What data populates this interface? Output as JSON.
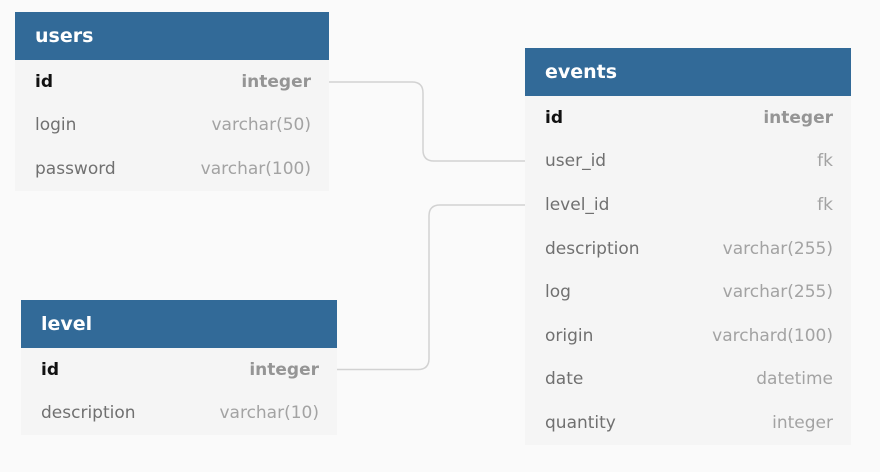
{
  "tables": {
    "users": {
      "name": "users",
      "columns": [
        {
          "name": "id",
          "type": "integer",
          "primary": true
        },
        {
          "name": "login",
          "type": "varchar(50)"
        },
        {
          "name": "password",
          "type": "varchar(100)"
        }
      ]
    },
    "level": {
      "name": "level",
      "columns": [
        {
          "name": "id",
          "type": "integer",
          "primary": true
        },
        {
          "name": "description",
          "type": "varchar(10)"
        }
      ]
    },
    "events": {
      "name": "events",
      "columns": [
        {
          "name": "id",
          "type": "integer",
          "primary": true
        },
        {
          "name": "user_id",
          "type": "fk"
        },
        {
          "name": "level_id",
          "type": "fk"
        },
        {
          "name": "description",
          "type": "varchar(255)"
        },
        {
          "name": "log",
          "type": "varchar(255)"
        },
        {
          "name": "origin",
          "type": "varchard(100)"
        },
        {
          "name": "date",
          "type": "datetime"
        },
        {
          "name": "quantity",
          "type": "integer"
        }
      ]
    }
  },
  "relations": [
    {
      "from": "users.id",
      "to": "events.user_id"
    },
    {
      "from": "level.id",
      "to": "events.level_id"
    }
  ],
  "colors": {
    "header": "#326a98",
    "header_text": "#ffffff",
    "body": "#f5f5f5",
    "connector": "#d2d2d2",
    "background": "#fafafa"
  }
}
